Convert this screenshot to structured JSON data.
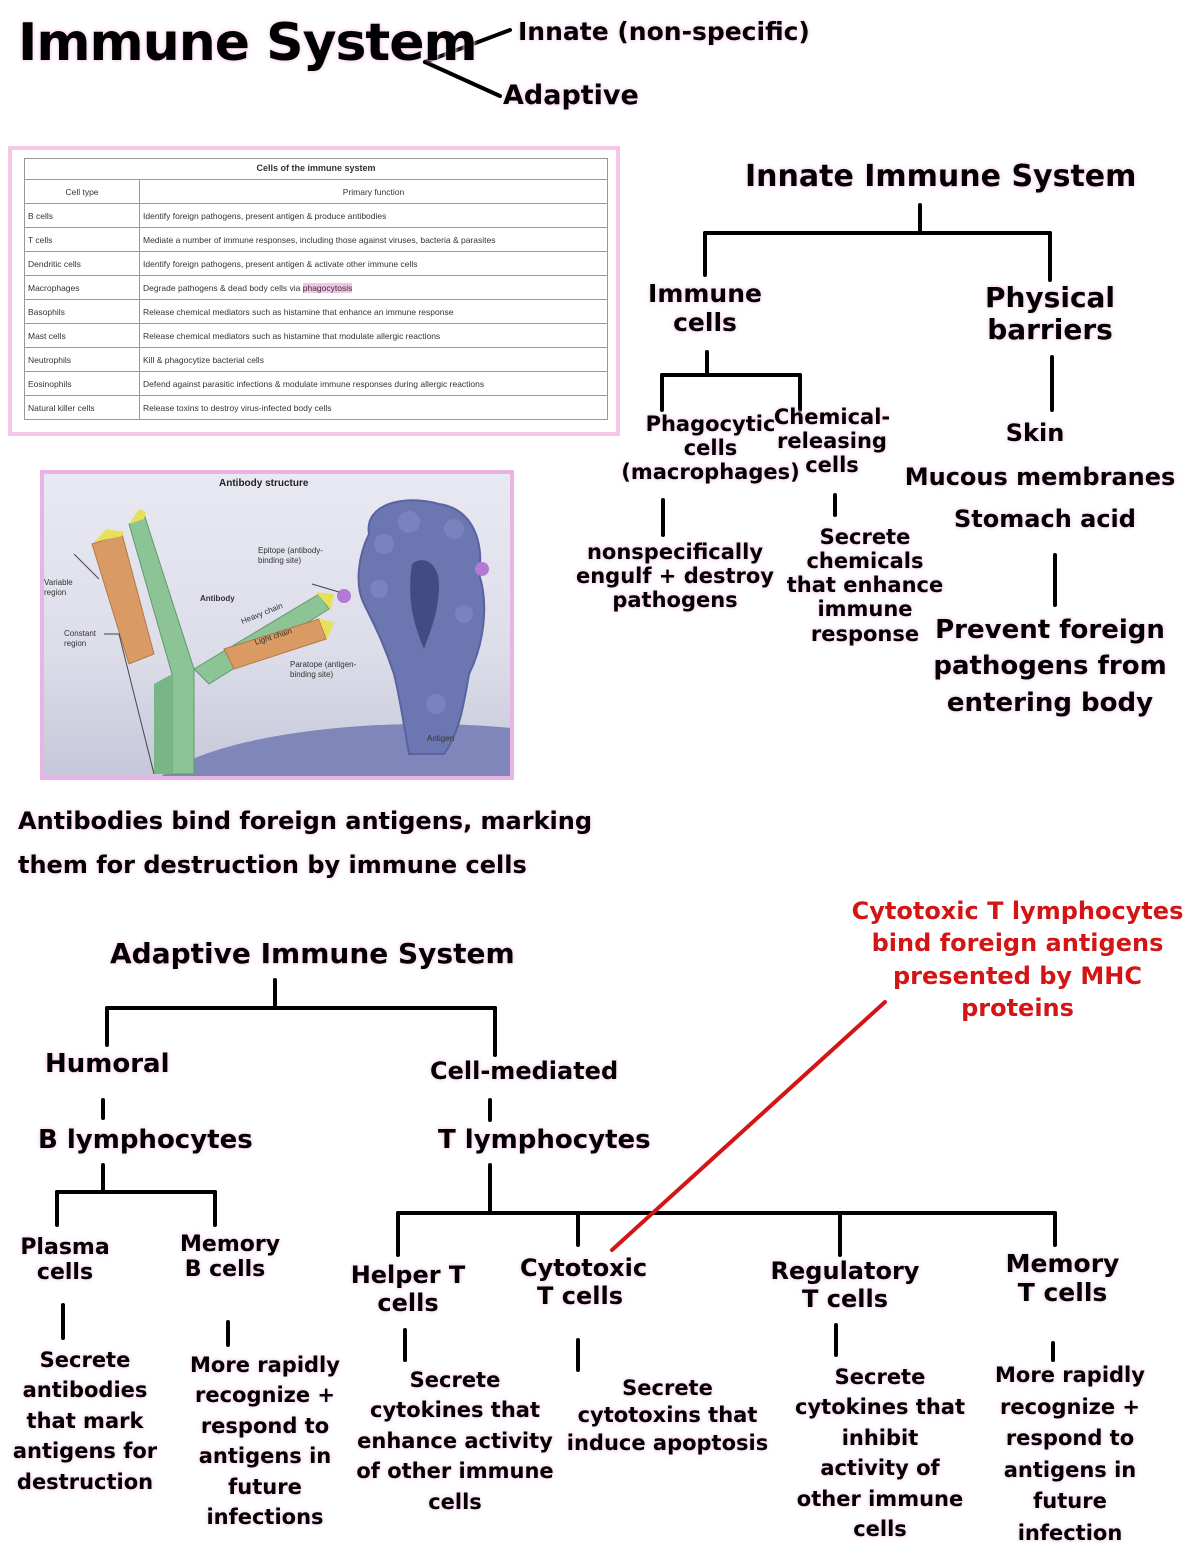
{
  "header": {
    "title": "Immune System",
    "branch_innate": "Innate (non-specific)",
    "branch_adaptive": "Adaptive"
  },
  "cells_table": {
    "caption": "Cells of the immune system",
    "headers": [
      "Cell type",
      "Primary function"
    ],
    "rows": [
      {
        "type": "B cells",
        "function": "Identify foreign pathogens, present antigen & produce antibodies"
      },
      {
        "type": "T cells",
        "function": "Mediate a number of immune responses, including those against viruses, bacteria & parasites"
      },
      {
        "type": "Dendritic cells",
        "function": "Identify foreign pathogens, present antigen & activate other immune cells"
      },
      {
        "type": "Macrophages",
        "function": "Degrade pathogens & dead body cells via",
        "highlight": "phagocytosis"
      },
      {
        "type": "Basophils",
        "function": "Release chemical mediators such as histamine that enhance an immune response"
      },
      {
        "type": "Mast cells",
        "function": "Release chemical mediators such as histamine that modulate allergic reactions"
      },
      {
        "type": "Neutrophils",
        "function": "Kill & phagocytize bacterial cells"
      },
      {
        "type": "Eosinophils",
        "function": "Defend against parasitic infections & modulate immune responses during allergic reactions"
      },
      {
        "type": "Natural killer cells",
        "function": "Release toxins to destroy virus-infected body cells"
      }
    ]
  },
  "antibody_figure": {
    "title": "Antibody structure",
    "labels": {
      "epitope": "Epitope (antibody-binding site)",
      "variable": "Variable region",
      "antibody": "Antibody",
      "heavy": "Heavy chain",
      "light": "Light chain",
      "constant": "Constant region",
      "paratope": "Paratope (antigen-binding site)",
      "antigen": "Antigen"
    },
    "colors": {
      "heavy": "#7fba8a",
      "light": "#d99a64",
      "tip": "#e9e05a",
      "antigen": "#6c76b0",
      "epitope": "#b27ad4"
    }
  },
  "antibody_note": {
    "line1": "Antibodies bind foreign antigens, marking",
    "line2": "them for destruction by immune cells"
  },
  "innate": {
    "title": "Innate Immune System",
    "immune_cells": "Immune cells",
    "physical_barriers": "Physical barriers",
    "phagocytic": "Phagocytic cells (macrophages)",
    "chemical": "Chemical-releasing cells",
    "phagocytic_desc": "nonspecifically engulf + destroy pathogens",
    "chemical_desc": "Secrete chemicals that enhance immune response",
    "barrier_items": [
      "Skin",
      "Mucous membranes",
      "Stomach acid"
    ],
    "barrier_desc": "Prevent foreign pathogens from entering body"
  },
  "adaptive": {
    "title": "Adaptive Immune System",
    "humoral": "Humoral",
    "cell_mediated": "Cell-mediated",
    "b_lymph": "B lymphocytes",
    "t_lymph": "T lymphocytes",
    "plasma": "Plasma cells",
    "memory_b": "Memory B cells",
    "helper": "Helper T cells",
    "cytotoxic": "Cytotoxic T cells",
    "regulatory": "Regulatory T cells",
    "memory_t": "Memory T cells",
    "plasma_desc": "Secrete antibodies that mark antigens for destruction",
    "memory_b_desc": "More rapidly recognize + respond to antigens in future infections",
    "helper_desc": "Secrete cytokines that enhance activity of other immune cells",
    "cytotoxic_desc": "Secrete cytotoxins that induce apoptosis",
    "regulatory_desc": "Secrete cytokines that inhibit activity of other immune cells",
    "memory_t_desc": "More rapidly recognize + respond to antigens in future infection",
    "cytotoxic_note": "Cytotoxic T lymphocytes bind foreign antigens presented by MHC proteins",
    "note_color": "#d41515"
  }
}
